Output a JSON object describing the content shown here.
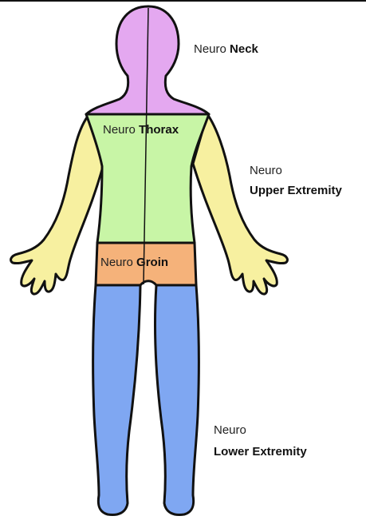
{
  "colors": {
    "neck": "#e4a8f0",
    "thorax": "#c8f5a6",
    "upper_extremity": "#f7f0a0",
    "groin": "#f5b27a",
    "lower_extremity": "#7fa7f2",
    "outline": "#111111"
  },
  "labels": {
    "neck": {
      "prefix": "Neuro",
      "name": "Neck"
    },
    "thorax": {
      "prefix": "Neuro",
      "name": "Thorax"
    },
    "upper_extremity": {
      "prefix": "Neuro",
      "name": "Upper Extremity"
    },
    "groin": {
      "prefix": "Neuro",
      "name": "Groin"
    },
    "lower_extremity": {
      "prefix": "Neuro",
      "name": "Lower Extremity"
    }
  }
}
